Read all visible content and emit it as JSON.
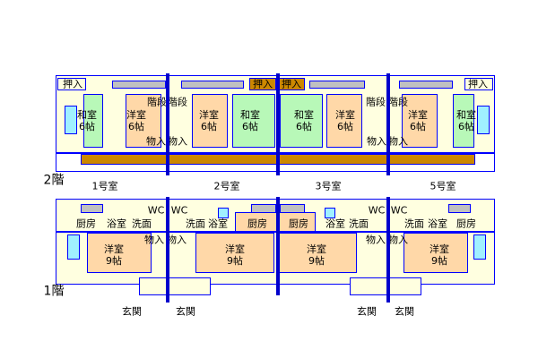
{
  "floors": {
    "upper": "2階",
    "lower": "1階"
  },
  "units": [
    "1号室",
    "2号室",
    "3号室",
    "5号室"
  ],
  "upper": {
    "closets": [
      "押入",
      "押入",
      "押入",
      "押入"
    ],
    "stairs": [
      "階段",
      "階段",
      "階段",
      "階段"
    ],
    "storage": [
      "物入",
      "物入",
      "物入",
      "物入"
    ],
    "rooms": [
      {
        "l1": "和室",
        "l2": "6帖"
      },
      {
        "l1": "洋室",
        "l2": "6帖"
      },
      {
        "l1": "洋室",
        "l2": "6帖"
      },
      {
        "l1": "和室",
        "l2": "6帖"
      },
      {
        "l1": "和室",
        "l2": "6帖"
      },
      {
        "l1": "洋室",
        "l2": "6帖"
      },
      {
        "l1": "洋室",
        "l2": "6帖"
      },
      {
        "l1": "和室",
        "l2": "6帖"
      }
    ]
  },
  "lower": {
    "kitchens": [
      "厨房",
      "厨房",
      "厨房",
      "厨房"
    ],
    "baths": [
      "浴室",
      "浴室",
      "浴室",
      "浴室"
    ],
    "washrooms": [
      "洗面",
      "洗面",
      "洗面",
      "洗面"
    ],
    "wc": [
      "WC",
      "WC",
      "WC",
      "WC"
    ],
    "storage": [
      "物入",
      "物入",
      "物入",
      "物入"
    ],
    "rooms": [
      {
        "l1": "洋室",
        "l2": "9帖"
      },
      {
        "l1": "洋室",
        "l2": "9帖"
      },
      {
        "l1": "洋室",
        "l2": "9帖"
      },
      {
        "l1": "洋室",
        "l2": "9帖"
      }
    ],
    "entrances": [
      "玄関",
      "玄関",
      "玄関",
      "玄関"
    ]
  },
  "colors": {
    "wall": "#0000cc",
    "western": "#ffd8a8",
    "tatami": "#b8f8b8",
    "corridor": "#cc8800"
  }
}
